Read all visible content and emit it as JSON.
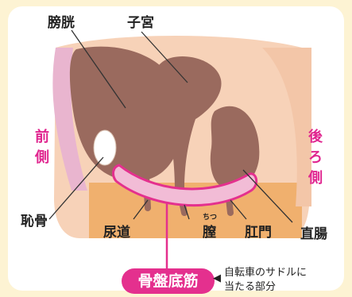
{
  "labels": {
    "bladder": "膀胱",
    "uterus": "子宮",
    "front": "前\n側",
    "back": "後\nろ\n側",
    "pubic_bone": "恥骨",
    "urethra": "尿道",
    "vagina": "膣",
    "vagina_ruby": "ちつ",
    "anus": "肛門",
    "rectum": "直腸"
  },
  "highlight": {
    "title": "骨盤底筋",
    "note_line1": "自転車のサドルに",
    "note_line2": "当たる部分"
  },
  "colors": {
    "background": "#fdf3d3",
    "accent": "#e4308e",
    "organ_brown": "#9a6a5e",
    "skin": "#f0b06e"
  }
}
